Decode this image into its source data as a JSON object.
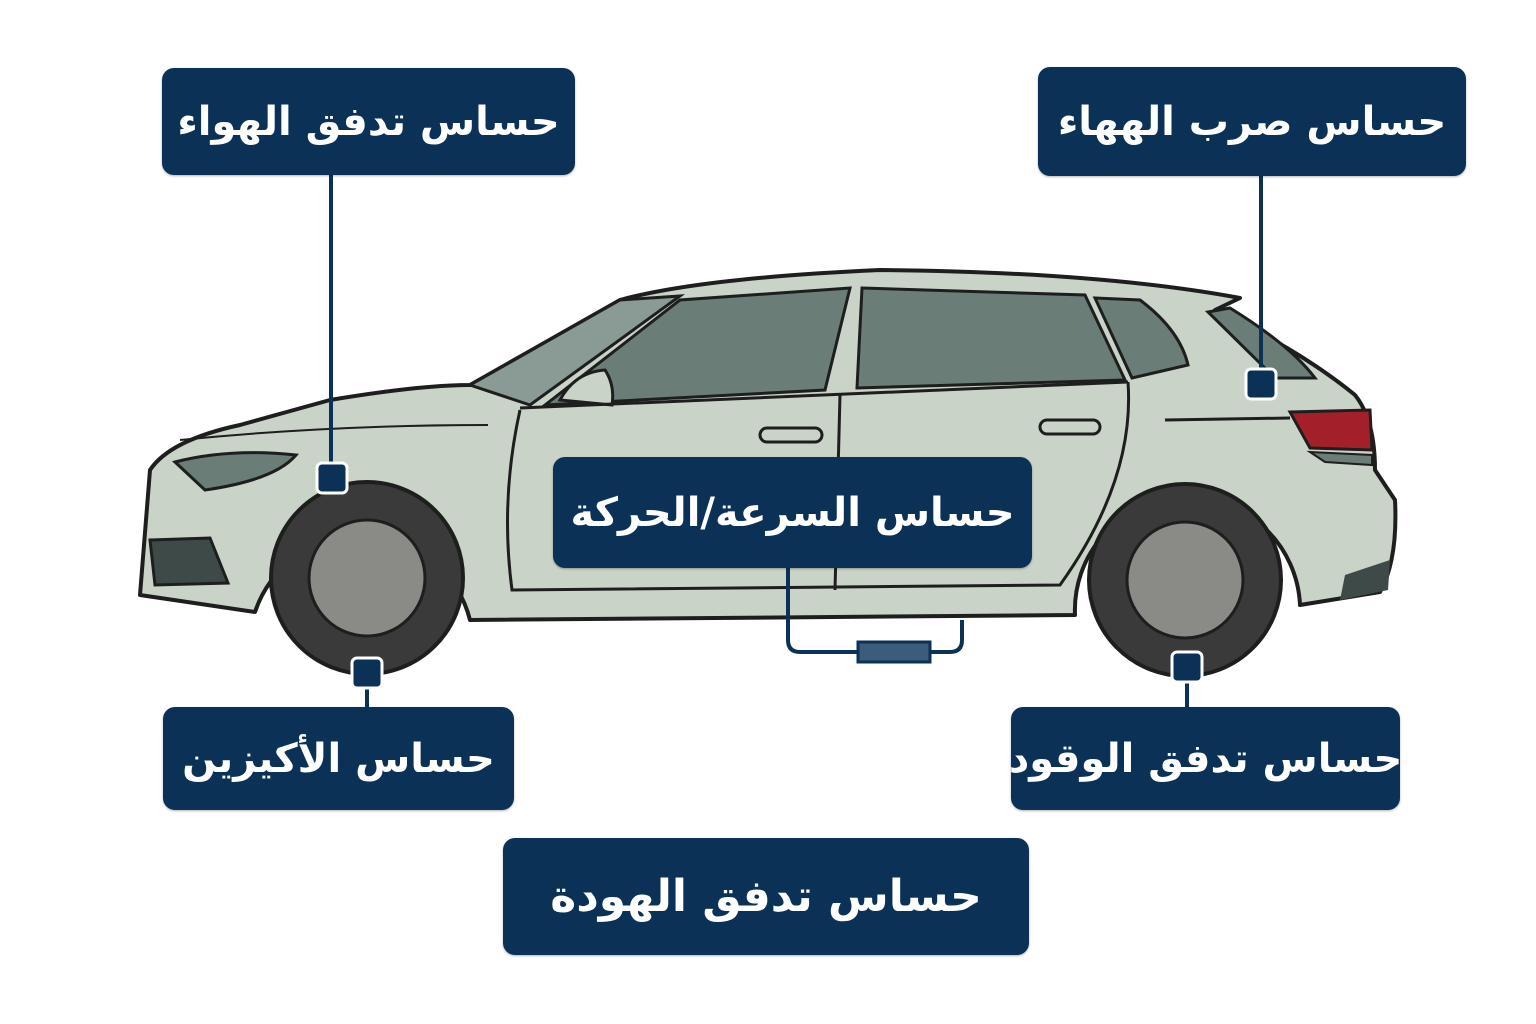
{
  "labels": {
    "air_flow": "حساس تدفق الهواء",
    "top_right": "حساس صرب الههاء",
    "speed_motion": "حساس السرعة/الحركة",
    "oxygen": "حساس الأكيزين",
    "fuel_flow": "حساس تدفق الوقود",
    "bottom_center": "حساس تدفق الهودة"
  },
  "colors": {
    "label_bg": "#0b3157",
    "car_body": "#c9d3c8",
    "window": "#6a7d77",
    "tail_light": "#a3202a"
  }
}
